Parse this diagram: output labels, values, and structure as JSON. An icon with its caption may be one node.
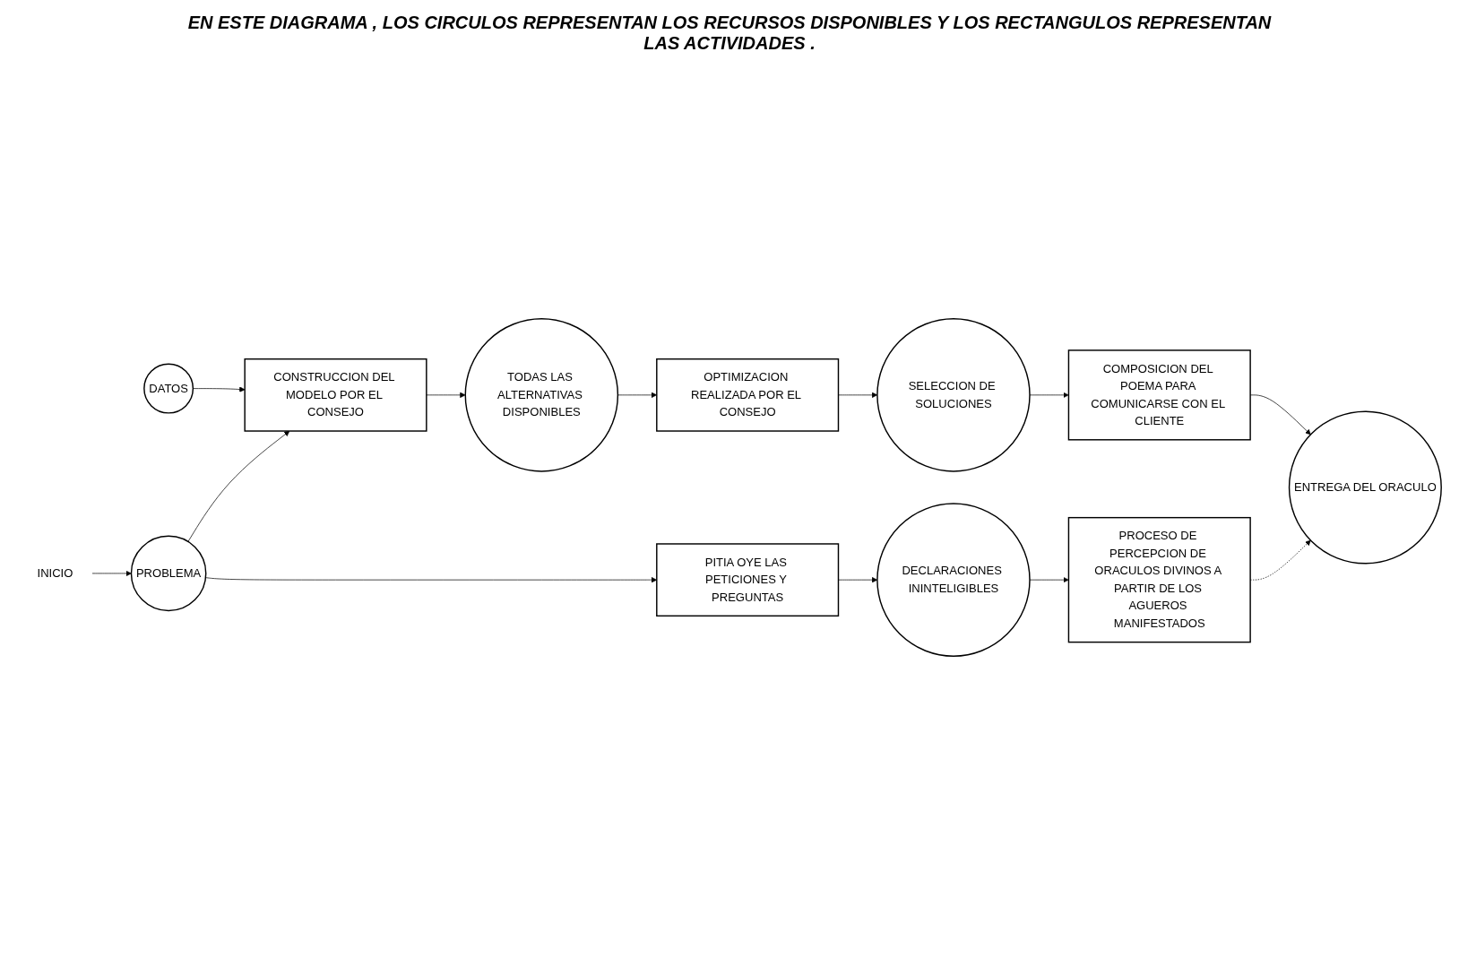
{
  "diagram": {
    "nodes": [
      {
        "text": [
          "DATOS"
        ]
      },
      {
        "text": [
          "CONSTRUCCION DEL MODELO POR EL CONSEJO"
        ]
      },
      {
        "text": [
          "TODAS LAS ALTERNATIVAS DISPONIBLES"
        ]
      },
      {
        "text": [
          "OPTIMIZACION REALIZADA POR EL CONSEJO"
        ]
      },
      {
        "text": [
          "SELECCION DE SOLUCIONES"
        ]
      },
      {
        "text": [
          "INICIO"
        ]
      },
      {
        "text": [
          "PROBLEMA"
        ]
      },
      {
        "text": [
          "COMPOSICION DEL POEMA PARA COMUNICARSE CON EL CLIENTE"
        ]
      },
      {
        "text": [
          "PITIA OYE LAS PETICIONES Y PREGUNTAS"
        ]
      },
      {
        "text": [
          "DECLARACIONES ININTELIGIBLES"
        ]
      },
      {
        "text": [
          "PROCESO DE PERCEPCION DE ORACULOS DIVINOS A PARTIR DE LOS AGUEROS MANIFESTADOS"
        ]
      },
      {
        "text": [
          "ENTREGA DEL ORACULO"
        ]
      }
    ],
    "edges": [
      {
        "from": 0,
        "to": 1,
        "arrow": "to"
      },
      {
        "from": 1,
        "to": 2,
        "arrow": "to"
      },
      {
        "from": 2,
        "to": 3,
        "arrow": "to"
      },
      {
        "from": 3,
        "to": 4,
        "arrow": "to"
      },
      {
        "from": 5,
        "to": 6,
        "arrow": "to"
      },
      {
        "from": 6,
        "to": 1,
        "arrow": "to"
      },
      {
        "from": 6,
        "to": 8,
        "arrow": "to"
      },
      {
        "from": 4,
        "to": 7,
        "arrow": "to"
      },
      {
        "from": 7,
        "to": 11,
        "arrow": "to"
      },
      {
        "from": 8,
        "to": 9,
        "arrow": "to"
      },
      {
        "from": 9,
        "to": 10,
        "arrow": "to"
      },
      {
        "from": 10,
        "to": 11,
        "arrow": "to",
        "style": "dashed"
      }
    ],
    "labels": [
      "EN ESTE DIAGRAMA , LOS CIRCULOS REPRESENTAN LOS RECURSOS DISPONIBLES Y LOS RECTANGULOS REPRESENTAN LAS ACTIVIDADES ."
    ]
  }
}
